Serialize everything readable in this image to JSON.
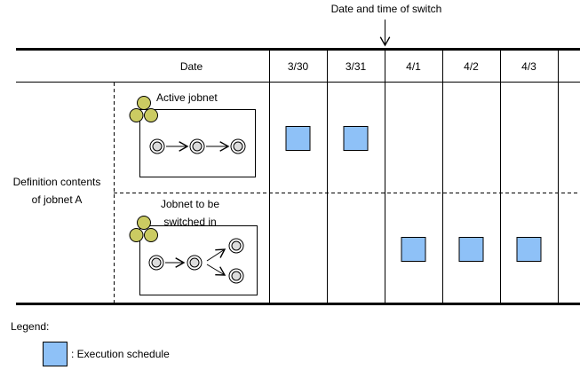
{
  "annotation": {
    "switch_label": "Date and time of switch"
  },
  "table": {
    "date_header": "Date",
    "columns": [
      "3/30",
      "3/31",
      "4/1",
      "4/2",
      "4/3"
    ],
    "row_label": "Definition contents\nof jobnet A",
    "active_jobnet_label": "Active jobnet",
    "switched_jobnet_label": "Jobnet to be\nswitched in"
  },
  "schedule": {
    "markers": [
      {
        "row": "active",
        "date": "3/30"
      },
      {
        "row": "active",
        "date": "3/31"
      },
      {
        "row": "switched",
        "date": "4/1"
      },
      {
        "row": "switched",
        "date": "4/2"
      },
      {
        "row": "switched",
        "date": "4/3"
      }
    ]
  },
  "legend": {
    "title": "Legend:",
    "execution_schedule_label": ": Execution schedule"
  },
  "colors": {
    "schedule_blue": "#8EC1F7",
    "jobnet_icon_yellow": "#CBCB62",
    "jobnet_circle_gray": "#DCDCDC",
    "line_black": "#000000"
  }
}
